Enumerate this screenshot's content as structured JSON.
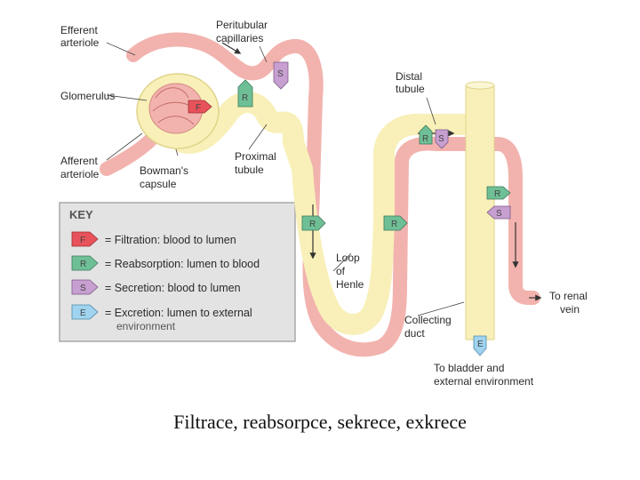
{
  "labels": {
    "efferent_arteriole": [
      "Efferent",
      "arteriole"
    ],
    "peritubular_capillaries": [
      "Peritubular",
      "capillaries"
    ],
    "glomerulus": "Glomerulus",
    "distal_tubule": [
      "Distal",
      "tubule"
    ],
    "afferent_arteriole": [
      "Afferent",
      "arteriole"
    ],
    "bowmans_capsule": [
      "Bowman's",
      "capsule"
    ],
    "proximal_tubule": [
      "Proximal",
      "tubule"
    ],
    "loop_of_henle": [
      "Loop",
      "of",
      "Henle"
    ],
    "to_renal_vein": [
      "To renal",
      "vein"
    ],
    "collecting_duct": [
      "Collecting",
      "duct"
    ],
    "to_bladder": [
      "To bladder and",
      "external environment"
    ]
  },
  "key": {
    "title": "KEY",
    "items": [
      {
        "letter": "F",
        "text": "= Filtration: blood to lumen",
        "color": "#e8525a"
      },
      {
        "letter": "R",
        "text": "= Reabsorption: lumen to blood",
        "color": "#6fbf96"
      },
      {
        "letter": "S",
        "text": "= Secretion: blood to lumen",
        "color": "#c79fd0"
      },
      {
        "letter": "E",
        "text": "= Excretion: lumen to external",
        "sub": "environment",
        "color": "#9fd3ef"
      }
    ]
  },
  "markers": {
    "filtration": "F",
    "reabsorption": "R",
    "secretion": "S",
    "excretion": "E"
  },
  "caption": "Filtrace, reabsorpce, sekrece, exkrece",
  "colors": {
    "vessel": "#f2b3ae",
    "vessel_light": "#f7d3cf",
    "tubule": "#f8f0b8",
    "tubule_edge": "#e0d48a",
    "key_bg": "#e3e3e3",
    "key_border": "#a9a9a9"
  }
}
